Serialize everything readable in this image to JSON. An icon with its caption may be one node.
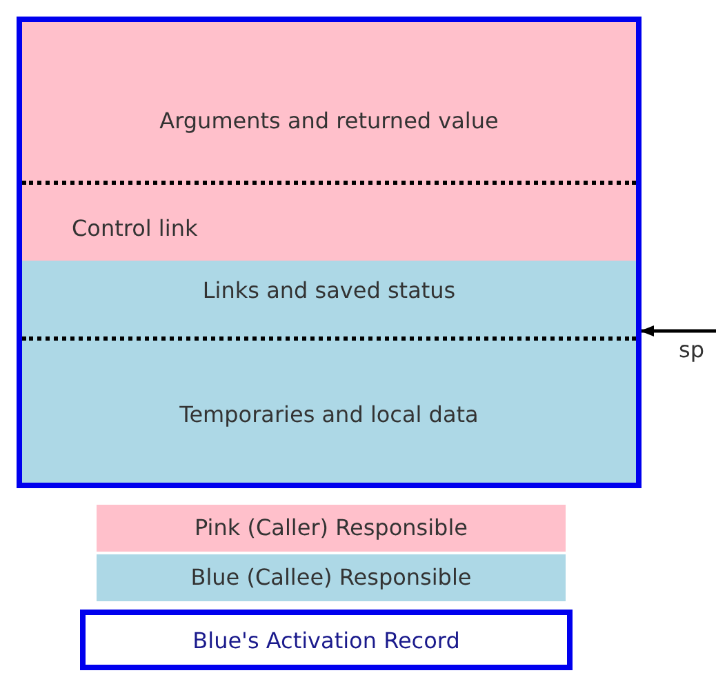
{
  "diagram": {
    "nodes": [
      {
        "text": [],
        "shape": "box"
      },
      {
        "text": [
          "Arguments and returned value"
        ],
        "in": 0
      },
      {
        "text": [
          "Control link"
        ],
        "in": 0
      },
      {
        "text": [
          "Links and saved status"
        ],
        "in": 0
      },
      {
        "text": [
          "Temporaries and local data"
        ],
        "in": 0
      },
      {
        "text": [
          "sp"
        ]
      }
    ],
    "edges": [
      {
        "from": 5,
        "to": 0,
        "arrow": "to"
      }
    ],
    "legend": [
      {
        "text": "Pink (Caller) Responsible",
        "color": "#ffc0cb"
      },
      {
        "text": "Blue (Callee) Responsible",
        "color": "#add8e6"
      },
      {
        "text": "Blue's Activation Record"
      }
    ]
  }
}
